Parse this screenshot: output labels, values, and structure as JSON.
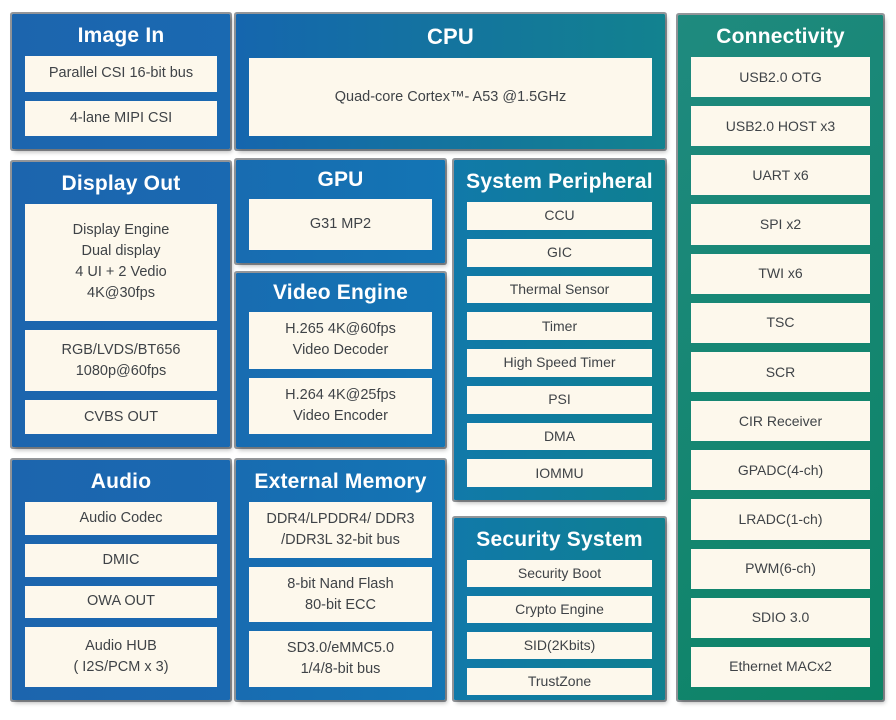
{
  "colors": {
    "panel_blue_col1": "#1b66af",
    "panel_blue_col2": "#1472b3",
    "panel_teal_col3": "#0f7d99",
    "panel_green_col4": "#12846f",
    "box_background": "#fdf8ec",
    "box_text": "#3f4347",
    "title_text": "#ffffff"
  },
  "panels": [
    {
      "id": "image-in",
      "title": "Image In",
      "items": [
        [
          "Parallel CSI 16-bit bus"
        ],
        [
          "4-lane MIPI CSI"
        ]
      ]
    },
    {
      "id": "display-out",
      "title": "Display Out",
      "items": [
        [
          "Display Engine",
          "Dual display",
          "4 UI + 2 Vedio",
          "4K@30fps"
        ],
        [
          "RGB/LVDS/BT656",
          "1080p@60fps"
        ],
        [
          "CVBS OUT"
        ]
      ]
    },
    {
      "id": "audio",
      "title": "Audio",
      "items": [
        [
          "Audio Codec"
        ],
        [
          "DMIC"
        ],
        [
          "OWA OUT"
        ],
        [
          "Audio HUB",
          "( I2S/PCM x 3)"
        ]
      ]
    },
    {
      "id": "cpu",
      "title": "CPU",
      "items": [
        [
          "Quad-core Cortex™- A53 @1.5GHz"
        ]
      ]
    },
    {
      "id": "gpu",
      "title": "GPU",
      "items": [
        [
          "G31 MP2"
        ]
      ]
    },
    {
      "id": "video-engine",
      "title": "Video Engine",
      "items": [
        [
          "H.265 4K@60fps",
          "Video Decoder"
        ],
        [
          "H.264 4K@25fps",
          "Video Encoder"
        ]
      ]
    },
    {
      "id": "external-memory",
      "title": "External Memory",
      "items": [
        [
          "DDR4/LPDDR4/ DDR3",
          "/DDR3L 32-bit bus"
        ],
        [
          "8-bit Nand Flash",
          "80-bit ECC"
        ],
        [
          "SD3.0/eMMC5.0",
          "1/4/8-bit bus"
        ]
      ]
    },
    {
      "id": "system-peripheral",
      "title": "System Peripheral",
      "items": [
        [
          "CCU"
        ],
        [
          "GIC"
        ],
        [
          "Thermal Sensor"
        ],
        [
          "Timer"
        ],
        [
          "High Speed Timer"
        ],
        [
          "PSI"
        ],
        [
          "DMA"
        ],
        [
          "IOMMU"
        ]
      ]
    },
    {
      "id": "security-system",
      "title": "Security System",
      "items": [
        [
          "Security Boot"
        ],
        [
          "Crypto Engine"
        ],
        [
          "SID(2Kbits)"
        ],
        [
          "TrustZone"
        ]
      ]
    },
    {
      "id": "connectivity",
      "title": "Connectivity",
      "items": [
        [
          "USB2.0 OTG"
        ],
        [
          "USB2.0 HOST x3"
        ],
        [
          "UART x6"
        ],
        [
          "SPI x2"
        ],
        [
          "TWI x6"
        ],
        [
          "TSC"
        ],
        [
          "SCR"
        ],
        [
          "CIR Receiver"
        ],
        [
          "GPADC(4-ch)"
        ],
        [
          "LRADC(1-ch)"
        ],
        [
          "PWM(6-ch)"
        ],
        [
          "SDIO 3.0"
        ],
        [
          "Ethernet MACx2"
        ]
      ]
    }
  ]
}
